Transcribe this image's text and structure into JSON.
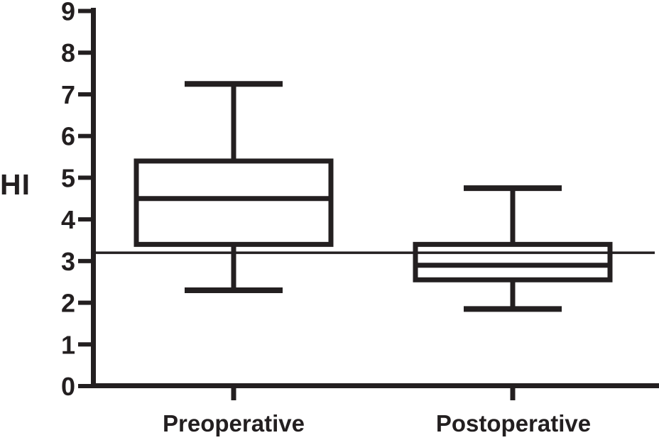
{
  "figure": {
    "background": "#ffffff",
    "ink_color": "#231f20"
  },
  "chart_data": {
    "type": "box",
    "title": "",
    "xlabel": "",
    "ylabel": "HI",
    "categories": [
      "Preoperative",
      "Postoperative"
    ],
    "ylim": [
      0,
      9
    ],
    "yticks": [
      0,
      1,
      2,
      3,
      4,
      5,
      6,
      7,
      8,
      9
    ],
    "grid": false,
    "legend": false,
    "series": [
      {
        "name": "Preoperative",
        "min": 2.3,
        "q1": 3.4,
        "median": 4.5,
        "q3": 5.4,
        "max": 7.25
      },
      {
        "name": "Postoperative",
        "min": 1.85,
        "q1": 2.55,
        "median": 2.9,
        "q3": 3.4,
        "max": 4.75
      }
    ],
    "reference_line": {
      "value": 3.2,
      "orientation": "horizontal"
    }
  }
}
